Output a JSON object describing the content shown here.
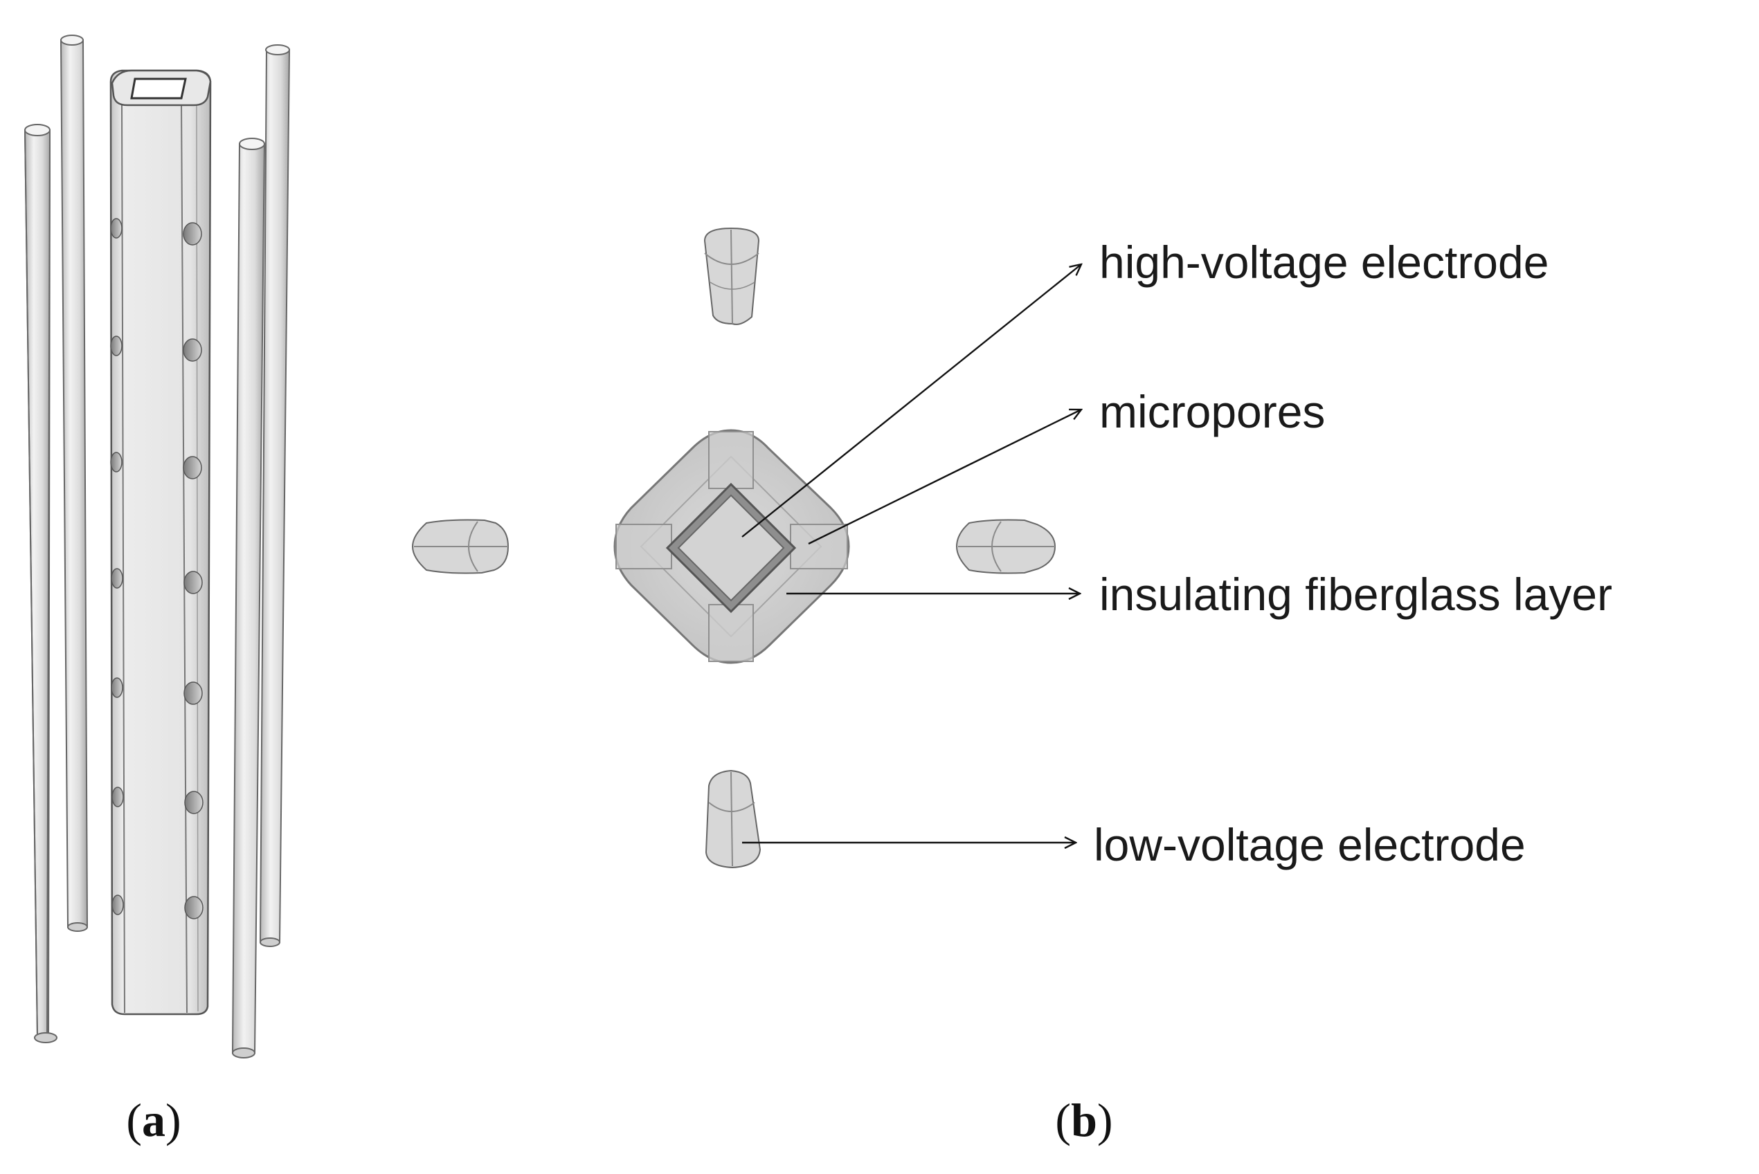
{
  "figure": {
    "panels": [
      {
        "id": "a",
        "open": "(",
        "letter": "a",
        "close": ")"
      },
      {
        "id": "b",
        "open": "(",
        "letter": "b",
        "close": ")"
      }
    ],
    "callouts": {
      "high_voltage_electrode": "high-voltage electrode",
      "micropores": "micropores",
      "insulating_layer": "insulating fiberglass layer",
      "low_voltage_electrode": "low-voltage electrode"
    },
    "colors": {
      "background": "#ffffff",
      "body_fill": "#e2e2e2",
      "body_shade": "#cfcfcf",
      "outline": "#555555",
      "pore": "#8a8a8a",
      "arrow": "#111111"
    }
  }
}
